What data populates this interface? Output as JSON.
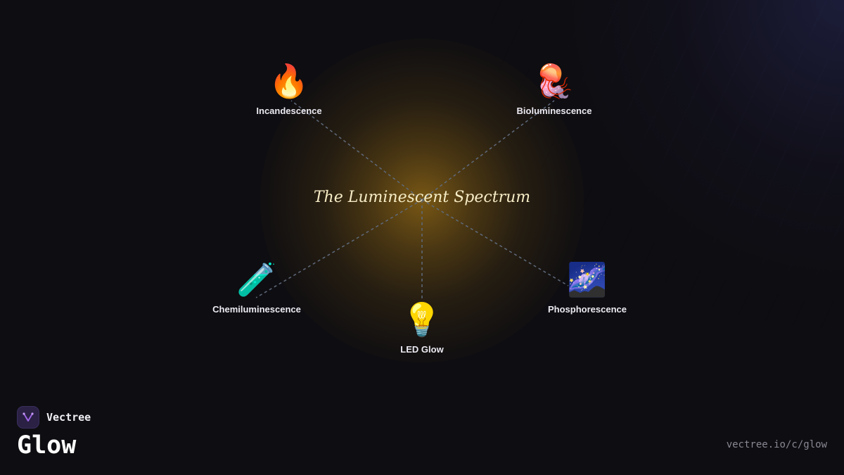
{
  "diagram": {
    "title": "The Luminescent Spectrum",
    "nodes": [
      {
        "id": "incandescence",
        "label": "Incandescence",
        "icon": "fire-icon",
        "emoji": "🔥"
      },
      {
        "id": "bioluminescence",
        "label": "Bioluminescence",
        "icon": "jellyfish-icon",
        "emoji": "🪼"
      },
      {
        "id": "chemiluminescence",
        "label": "Chemiluminescence",
        "icon": "test-tube-icon",
        "emoji": "🧪"
      },
      {
        "id": "led-glow",
        "label": "LED Glow",
        "icon": "light-bulb-icon",
        "emoji": "💡"
      },
      {
        "id": "phosphorescence",
        "label": "Phosphorescence",
        "icon": "milky-way-icon",
        "emoji": "🌌"
      }
    ]
  },
  "brand": {
    "name": "Vectree",
    "product": "Glow",
    "url": "vectree.io/c/glow",
    "logo_icon": "vectree-logo-icon"
  },
  "colors": {
    "background": "#0e0d11",
    "glow": "#966c16",
    "title": "#f6ecc6",
    "connector": "#5f6a7c",
    "logo": "#2a2145",
    "logo_mark": "#a066e8"
  }
}
